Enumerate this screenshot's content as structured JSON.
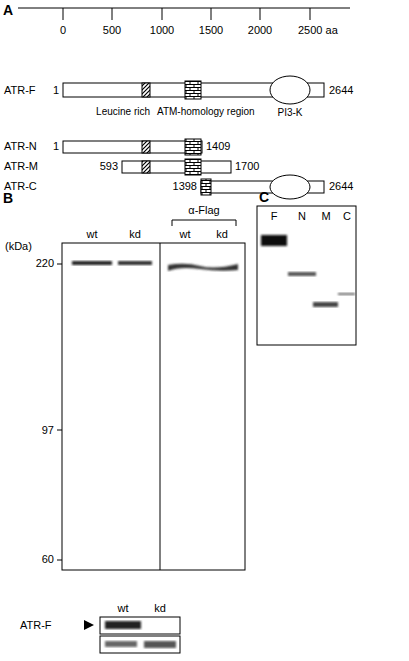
{
  "diagram": {
    "labels": [
      "A",
      "0",
      "500",
      "1000",
      "1500",
      "2000",
      "2500 aa",
      "ATR-F",
      "1",
      "2644",
      "Leucine rich",
      "ATM-homology region",
      "PI3-K",
      "ATR-N",
      "1",
      "1409",
      "ATR-M",
      "593",
      "1700",
      "ATR-C",
      "1398",
      "2644",
      "B",
      "wt",
      "kd",
      "α-Flag",
      "wt",
      "kd",
      "(kDa)",
      "220",
      "97",
      "60",
      "wt",
      "kd",
      "ATR-F",
      "C",
      "F",
      "N",
      "M",
      "C"
    ]
  }
}
